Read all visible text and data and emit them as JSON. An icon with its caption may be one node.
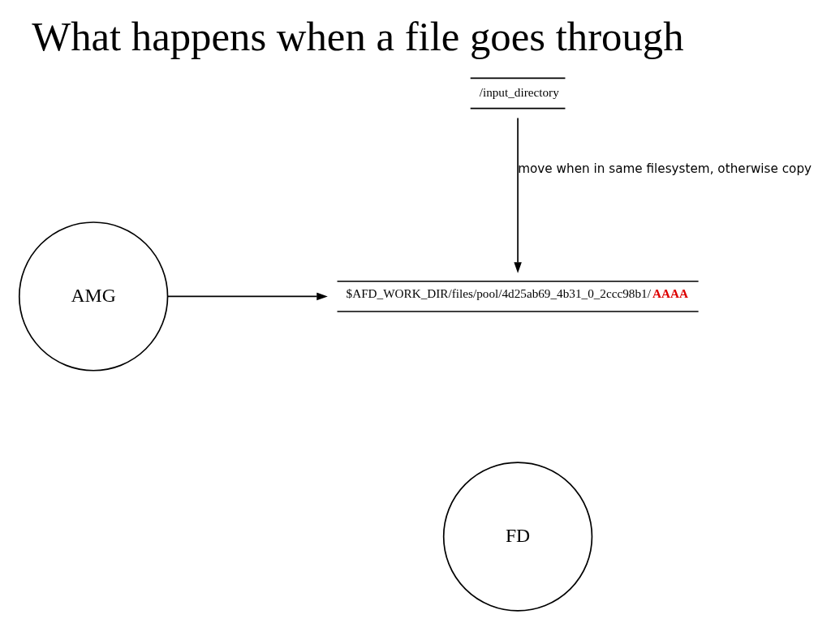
{
  "diagram": {
    "title": "What happens when a file goes through",
    "nodes": [
      {
        "text": [
          "/input_directory"
        ]
      },
      {
        "text": [
          "AMG"
        ]
      },
      {
        "text": [
          "$AFD_WORK_DIR/files/pool/4d25ab69_4b31_0_2ccc98b1/",
          "AAAA"
        ]
      },
      {
        "text": [
          "FD"
        ]
      }
    ],
    "edges": [
      {
        "from": 0,
        "to": 2,
        "arrow": "to",
        "label": "move when in same filesystem, otherwise copy"
      },
      {
        "from": 1,
        "to": 2,
        "arrow": "to"
      }
    ]
  }
}
